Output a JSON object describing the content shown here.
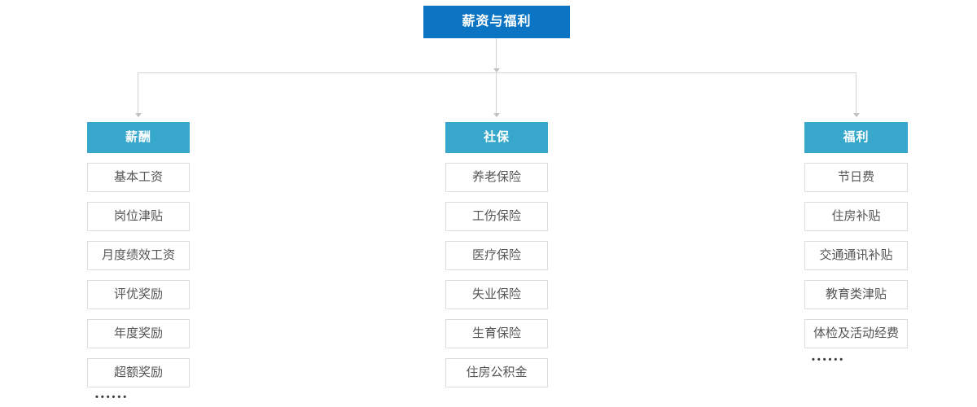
{
  "diagram": {
    "root": {
      "label": "薪资与福利"
    },
    "columns": [
      {
        "header": "薪酬",
        "items": [
          "基本工资",
          "岗位津贴",
          "月度绩效工资",
          "评优奖励",
          "年度奖励",
          "超额奖励"
        ],
        "ellipsis": "••••••"
      },
      {
        "header": "社保",
        "items": [
          "养老保险",
          "工伤保险",
          "医疗保险",
          "失业保险",
          "生育保险",
          "住房公积金"
        ],
        "ellipsis": ""
      },
      {
        "header": "福利",
        "items": [
          "节日费",
          "住房补贴",
          "交通通讯补贴",
          "教育类津贴",
          "体检及活动经费"
        ],
        "ellipsis": "••••••"
      }
    ],
    "colors": {
      "root_bg": "#0b75c4",
      "header_bg": "#37a8cb",
      "line": "#d4d4d4",
      "item_border": "#dcdcdc",
      "item_text": "#555555",
      "dots": "#3a3a3a",
      "root_text": "#ffffff"
    }
  }
}
